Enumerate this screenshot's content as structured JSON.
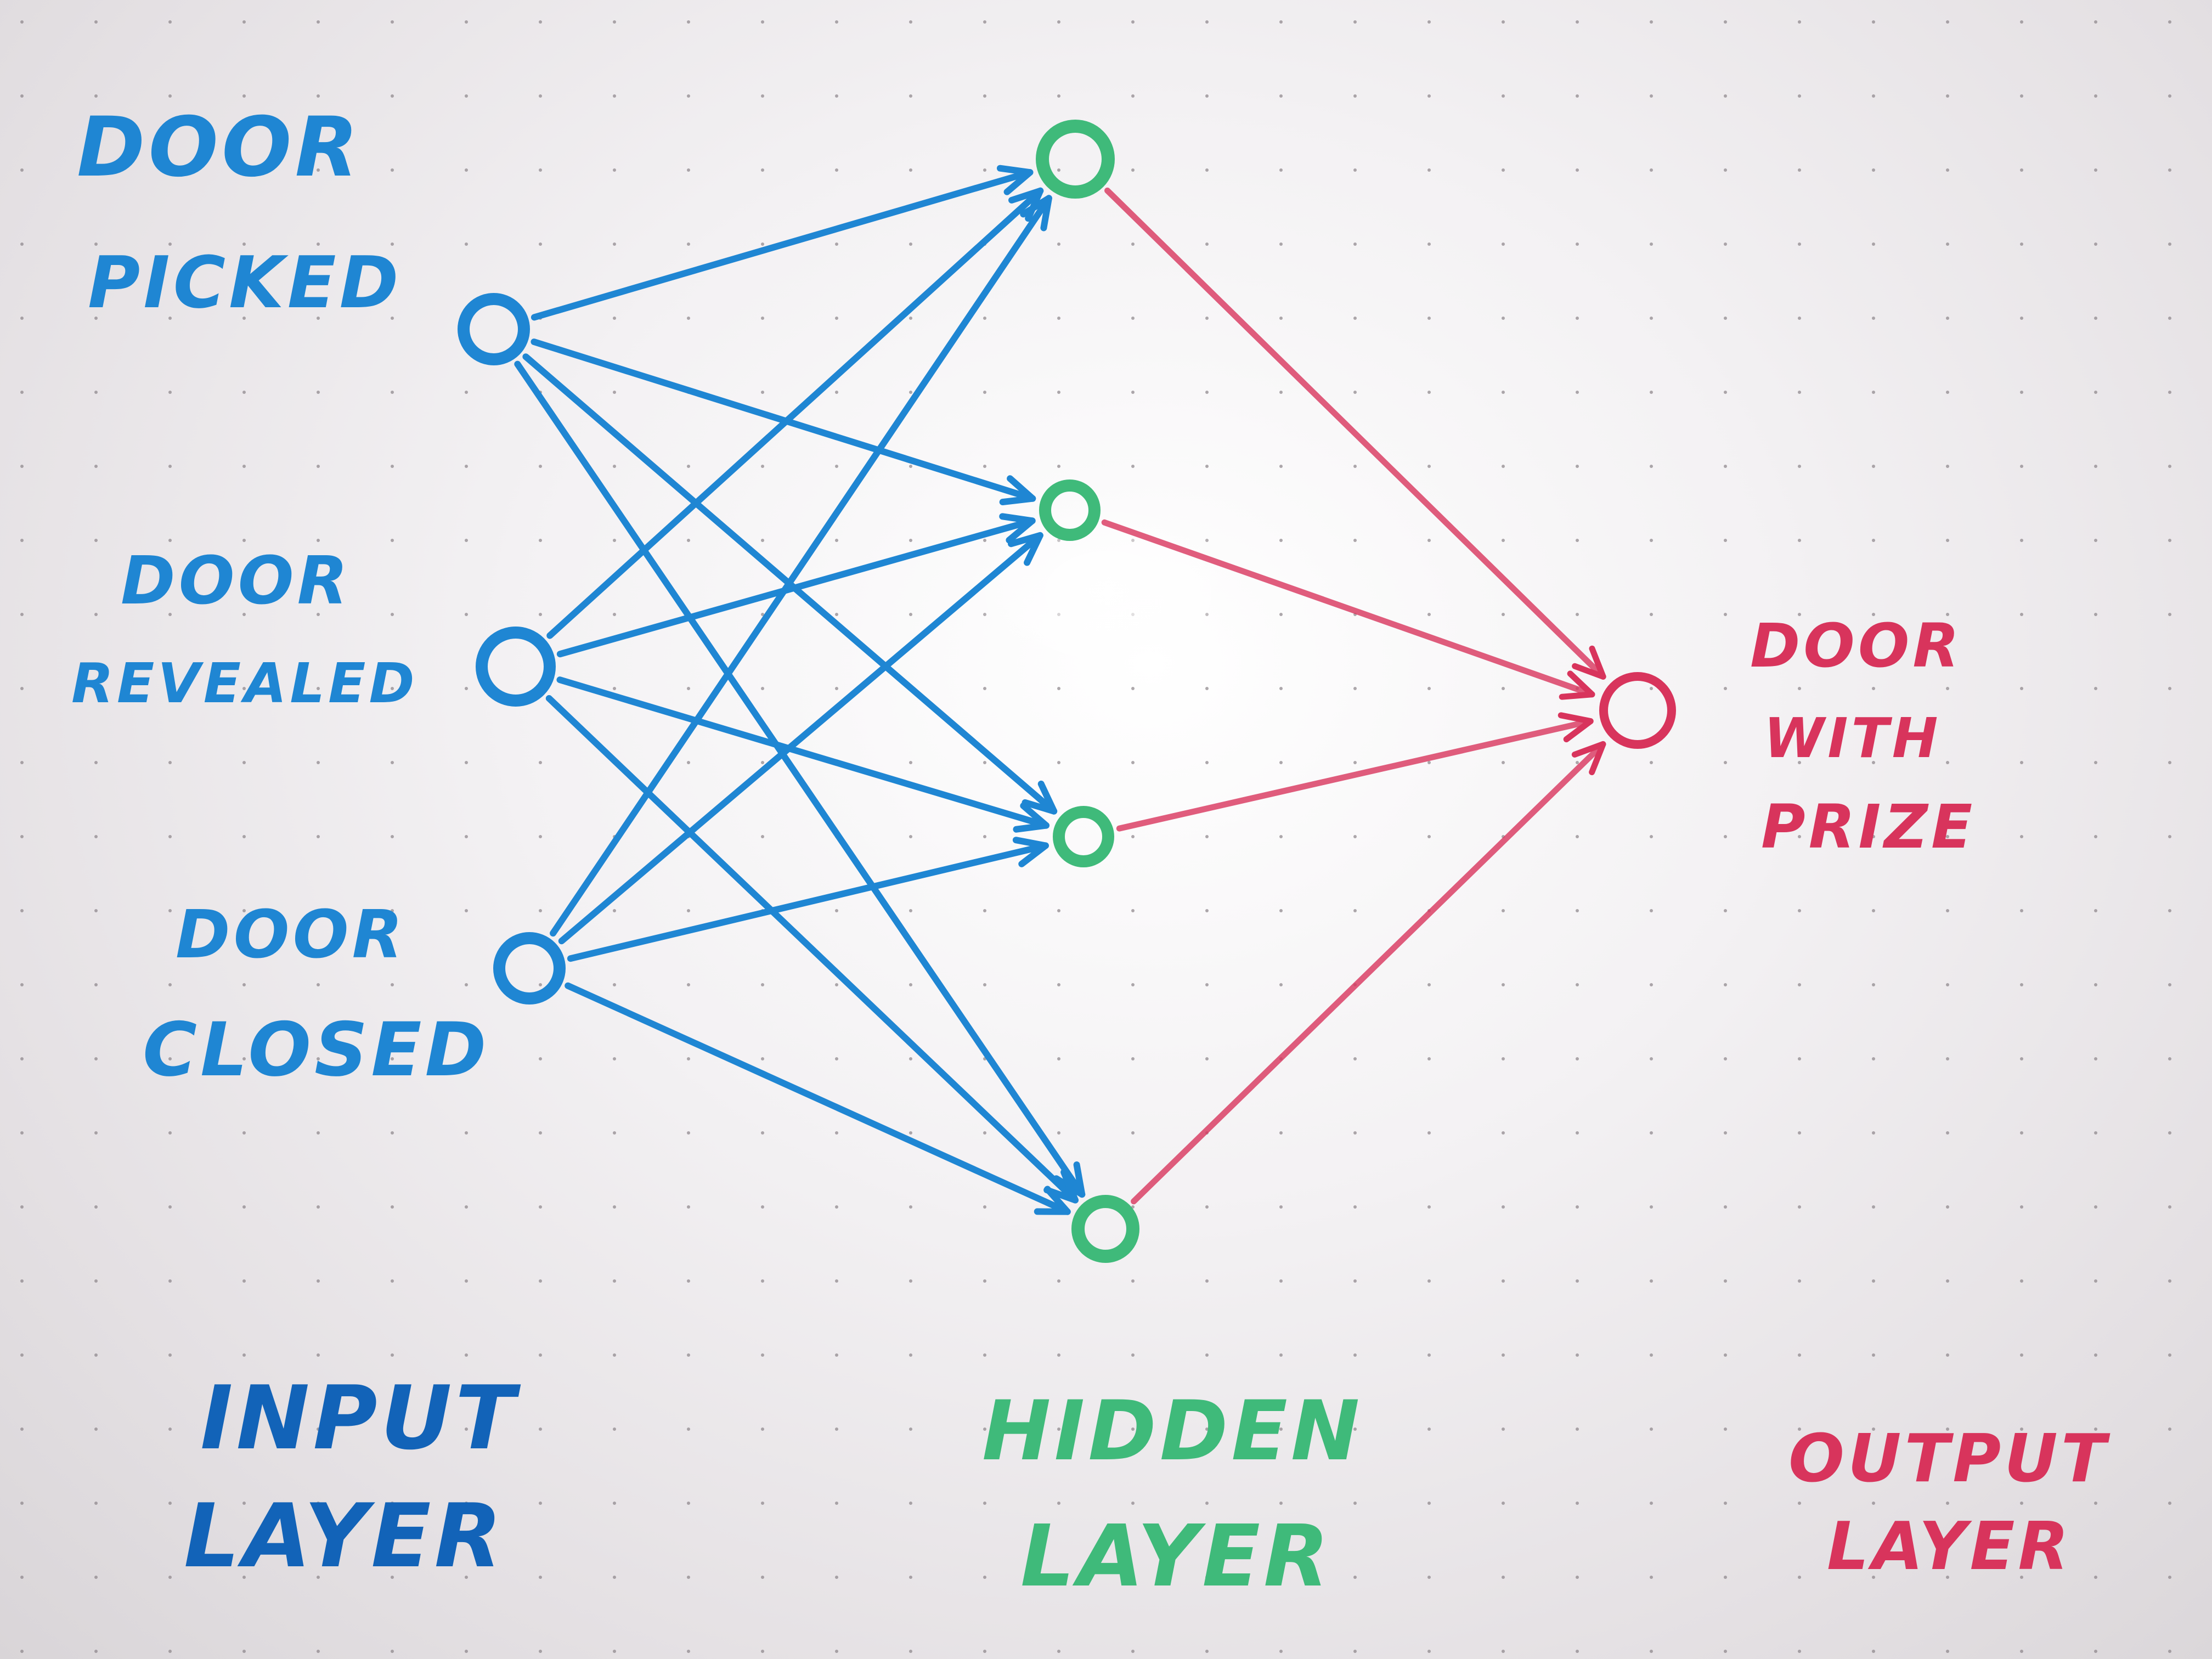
{
  "nodes": {
    "input": [
      {
        "id": "input-1",
        "label_line1": "DOOR",
        "label_line2": "PICKED"
      },
      {
        "id": "input-2",
        "label_line1": "DOOR",
        "label_line2": "REVEALED"
      },
      {
        "id": "input-3",
        "label_line1": "DOOR",
        "label_line2": "CLOSED"
      }
    ],
    "hidden": [
      {
        "id": "hidden-1"
      },
      {
        "id": "hidden-2"
      },
      {
        "id": "hidden-3"
      },
      {
        "id": "hidden-4"
      }
    ],
    "output": [
      {
        "id": "output-1",
        "label_line1": "DOOR",
        "label_line2": "WITH",
        "label_line3": "PRIZE"
      }
    ]
  },
  "layers": {
    "input": {
      "line1": "INPUT",
      "line2": "LAYER"
    },
    "hidden": {
      "line1": "HIDDEN",
      "line2": "LAYER"
    },
    "output": {
      "line1": "OUTPUT",
      "line2": "LAYER"
    }
  },
  "colors": {
    "input": "#1f86d3",
    "input_layer_label": "#1263b8",
    "hidden": "#3fba7a",
    "output": "#d8345c"
  }
}
